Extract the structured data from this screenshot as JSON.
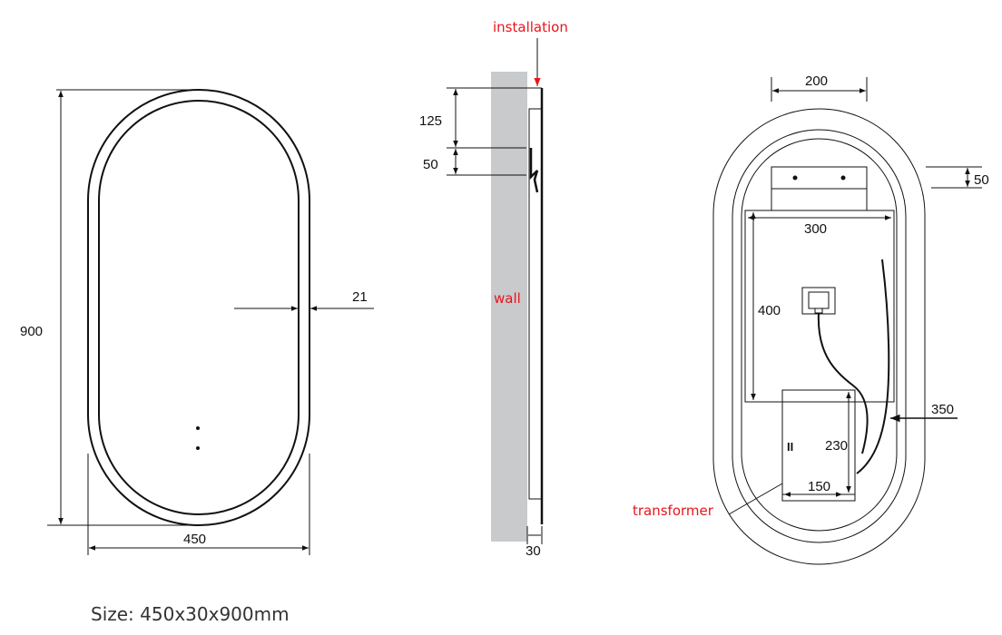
{
  "front_view": {
    "height_label": "900",
    "width_label": "450",
    "frame_label": "21"
  },
  "side_view": {
    "installation_label": "installation",
    "wall_label": "wall",
    "top_offset_label": "125",
    "hook_label": "50",
    "depth_label": "30"
  },
  "back_view": {
    "bracket_width_label": "200",
    "bracket_height_label": "50",
    "plate_width_label": "300",
    "plate_height_label": "400",
    "cable_label": "350",
    "transformer_height_label": "230",
    "transformer_width_label": "150",
    "transformer_mark": "II",
    "transformer_label": "transformer"
  },
  "size_caption": "Size: 450x30x900mm",
  "colors": {
    "annotation": "#e8141c",
    "wall": "#c8cacc"
  }
}
